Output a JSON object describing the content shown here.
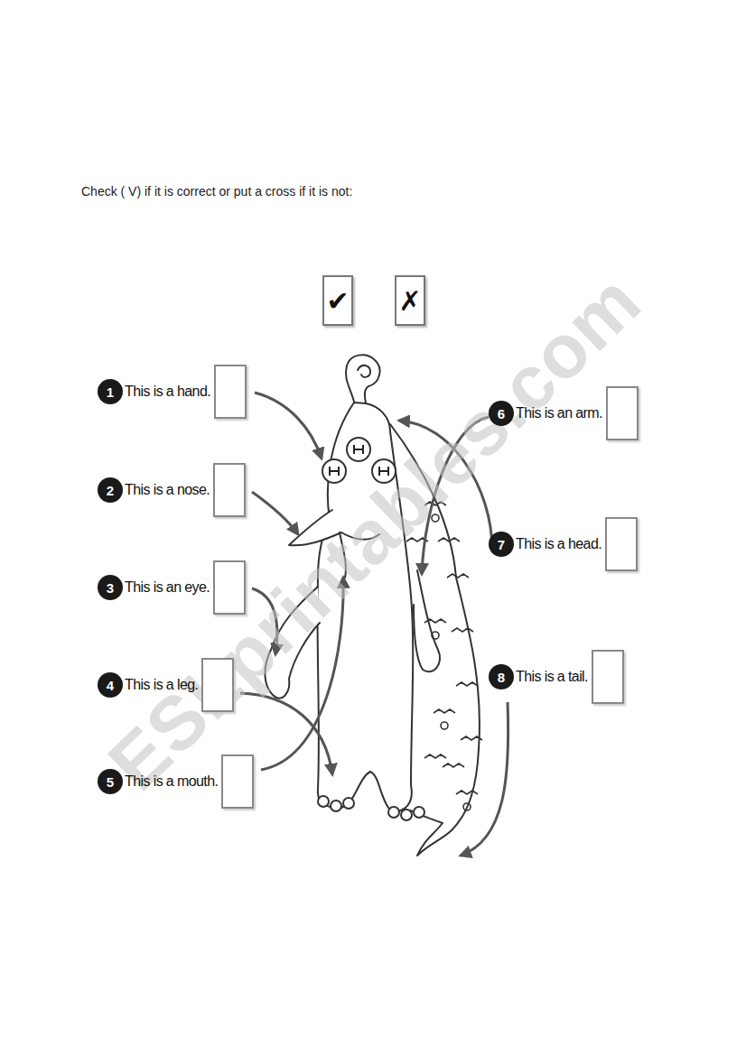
{
  "diagram": {
    "title": "Check ( V) if it is correct or put a cross if it is not:",
    "nodes": [
      {
        "text": [
          "✔"
        ]
      },
      {
        "text": [
          "✗"
        ]
      },
      {
        "text": [
          "1",
          "This is a hand."
        ]
      },
      {
        "text": [
          "2",
          "This is a nose."
        ]
      },
      {
        "text": [
          "3",
          "This is an eye."
        ]
      },
      {
        "text": [
          "4",
          "This is a leg."
        ]
      },
      {
        "text": [
          "5",
          "This is a mouth."
        ]
      },
      {
        "text": [
          "6",
          "This is an arm."
        ]
      },
      {
        "text": [
          "7",
          "This is a head."
        ]
      },
      {
        "text": [
          "8",
          "This is a tail."
        ]
      }
    ],
    "labels": [
      "ESLprintables.com"
    ]
  }
}
